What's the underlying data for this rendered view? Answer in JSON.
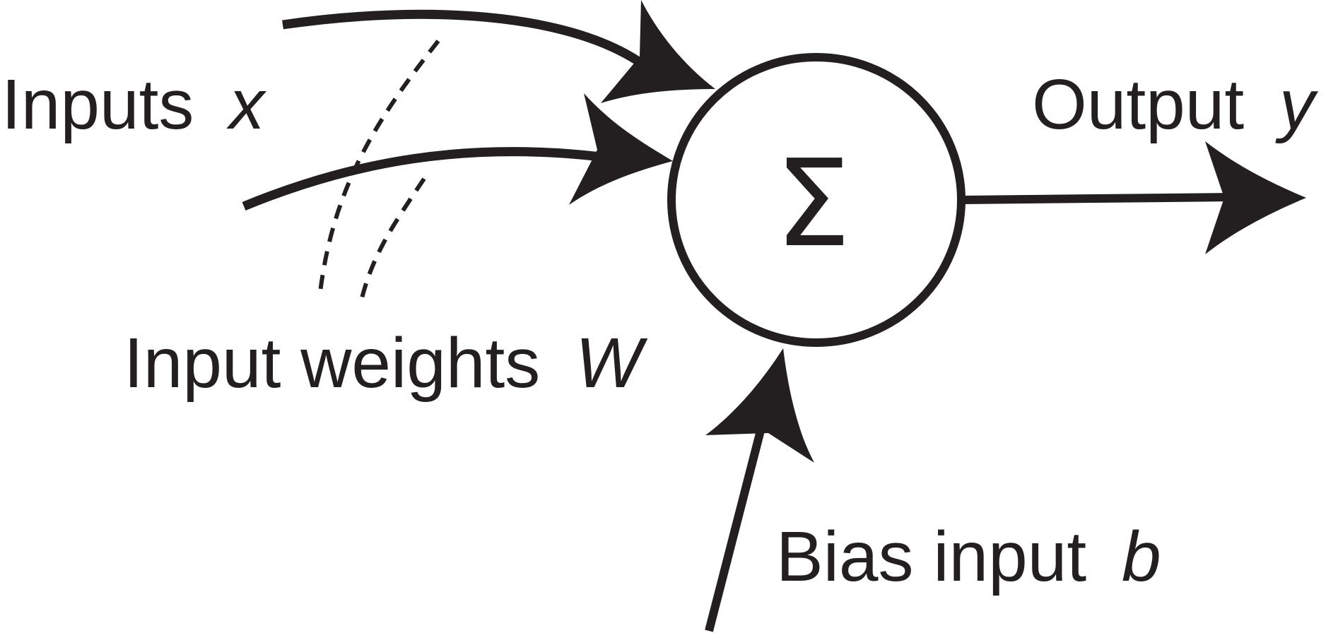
{
  "labels": {
    "inputs": "Inputs",
    "inputs_var": "x",
    "weights": "Input weights",
    "weights_var": "W",
    "output": "Output",
    "output_var": "y",
    "bias": "Bias input",
    "bias_var": "b",
    "sum_symbol": "Σ"
  },
  "colors": {
    "ink": "#231f20",
    "background": "#ffffff"
  }
}
